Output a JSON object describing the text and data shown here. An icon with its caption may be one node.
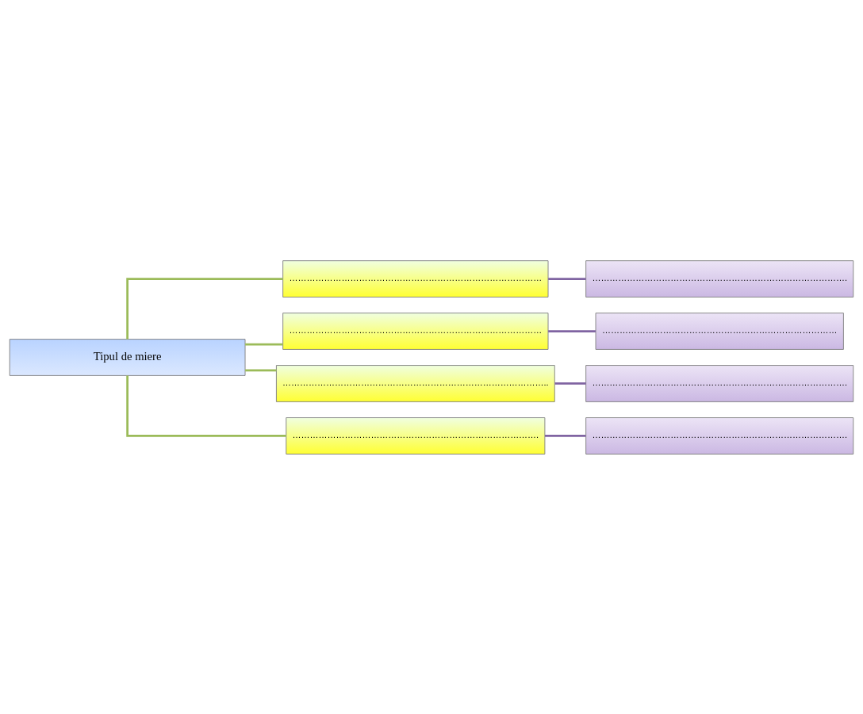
{
  "diagram": {
    "nodes": [
      {
        "text": [
          "Tipul de miere"
        ]
      },
      {
        "text": [
          "……………………………………………………………………………"
        ]
      },
      {
        "text": [
          "……………………………………………………………………………."
        ]
      },
      {
        "text": [
          "……………………………………………………………………………"
        ]
      },
      {
        "text": [
          "………………………………………………………………………"
        ]
      },
      {
        "text": [
          "……………………………………………………………………………….."
        ]
      },
      {
        "text": [
          "……………………………………………………………………………."
        ]
      },
      {
        "text": [
          "…………………………………………………………………………."
        ]
      },
      {
        "text": [
          "……………………………………………………………………………."
        ]
      }
    ],
    "edges": [
      {
        "from": 0,
        "to": 1,
        "arrow": "none",
        "color": "#9bbb59"
      },
      {
        "from": 1,
        "to": 2,
        "arrow": "none",
        "color": "#8064a2"
      },
      {
        "from": 0,
        "to": 3,
        "arrow": "none",
        "color": "#9bbb59"
      },
      {
        "from": 3,
        "to": 4,
        "arrow": "none",
        "color": "#8064a2"
      },
      {
        "from": 0,
        "to": 5,
        "arrow": "none",
        "color": "#9bbb59"
      },
      {
        "from": 5,
        "to": 6,
        "arrow": "none",
        "color": "#8064a2"
      },
      {
        "from": 0,
        "to": 7,
        "arrow": "none",
        "color": "#9bbb59"
      },
      {
        "from": 7,
        "to": 8,
        "arrow": "none",
        "color": "#8064a2"
      }
    ]
  }
}
